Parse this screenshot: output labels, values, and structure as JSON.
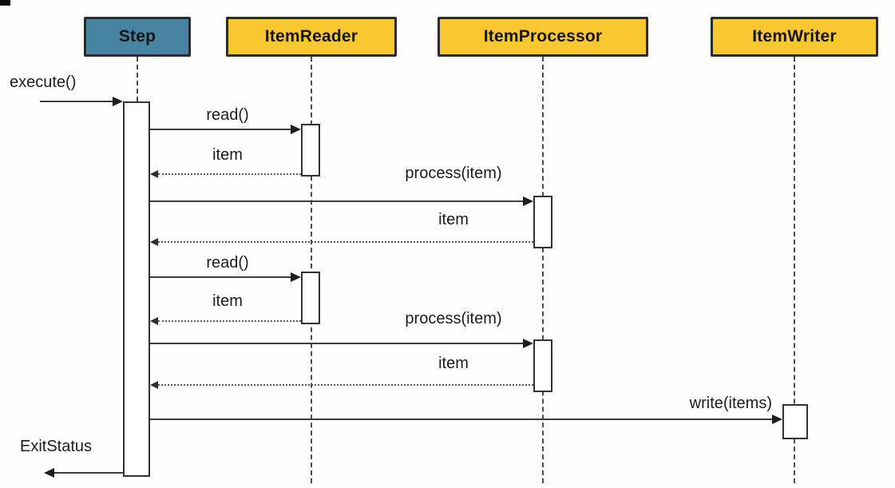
{
  "palette": {
    "background": "#fefefe",
    "step_fill": "#4784a2",
    "actor_fill": "#f9c72f",
    "box_border": "#2b2b2b",
    "line_color": "#3e3e3e"
  },
  "diagram": {
    "kind": "uml-sequence-diagram",
    "participants": [
      {
        "name": "Step",
        "color": "#4784a2"
      },
      {
        "name": "ItemReader",
        "color": "#f9c72f"
      },
      {
        "name": "ItemProcessor",
        "color": "#f9c72f"
      },
      {
        "name": "ItemWriter",
        "color": "#f9c72f"
      }
    ],
    "messages": [
      {
        "label": "execute()",
        "from": "caller",
        "to": "Step",
        "style": "solid-call"
      },
      {
        "label": "read()",
        "from": "Step",
        "to": "ItemReader",
        "style": "solid-call"
      },
      {
        "label": "item",
        "from": "ItemReader",
        "to": "Step",
        "style": "dotted-return"
      },
      {
        "label": "process(item)",
        "from": "Step",
        "to": "ItemProcessor",
        "style": "solid-call"
      },
      {
        "label": "item",
        "from": "ItemProcessor",
        "to": "Step",
        "style": "dotted-return"
      },
      {
        "label": "read()",
        "from": "Step",
        "to": "ItemReader",
        "style": "solid-call"
      },
      {
        "label": "item",
        "from": "ItemReader",
        "to": "Step",
        "style": "dotted-return"
      },
      {
        "label": "process(item)",
        "from": "Step",
        "to": "ItemProcessor",
        "style": "solid-call"
      },
      {
        "label": "item",
        "from": "ItemProcessor",
        "to": "Step",
        "style": "dotted-return"
      },
      {
        "label": "write(items)",
        "from": "Step",
        "to": "ItemWriter",
        "style": "solid-call"
      },
      {
        "label": "ExitStatus",
        "from": "Step",
        "to": "caller",
        "style": "return"
      }
    ]
  }
}
